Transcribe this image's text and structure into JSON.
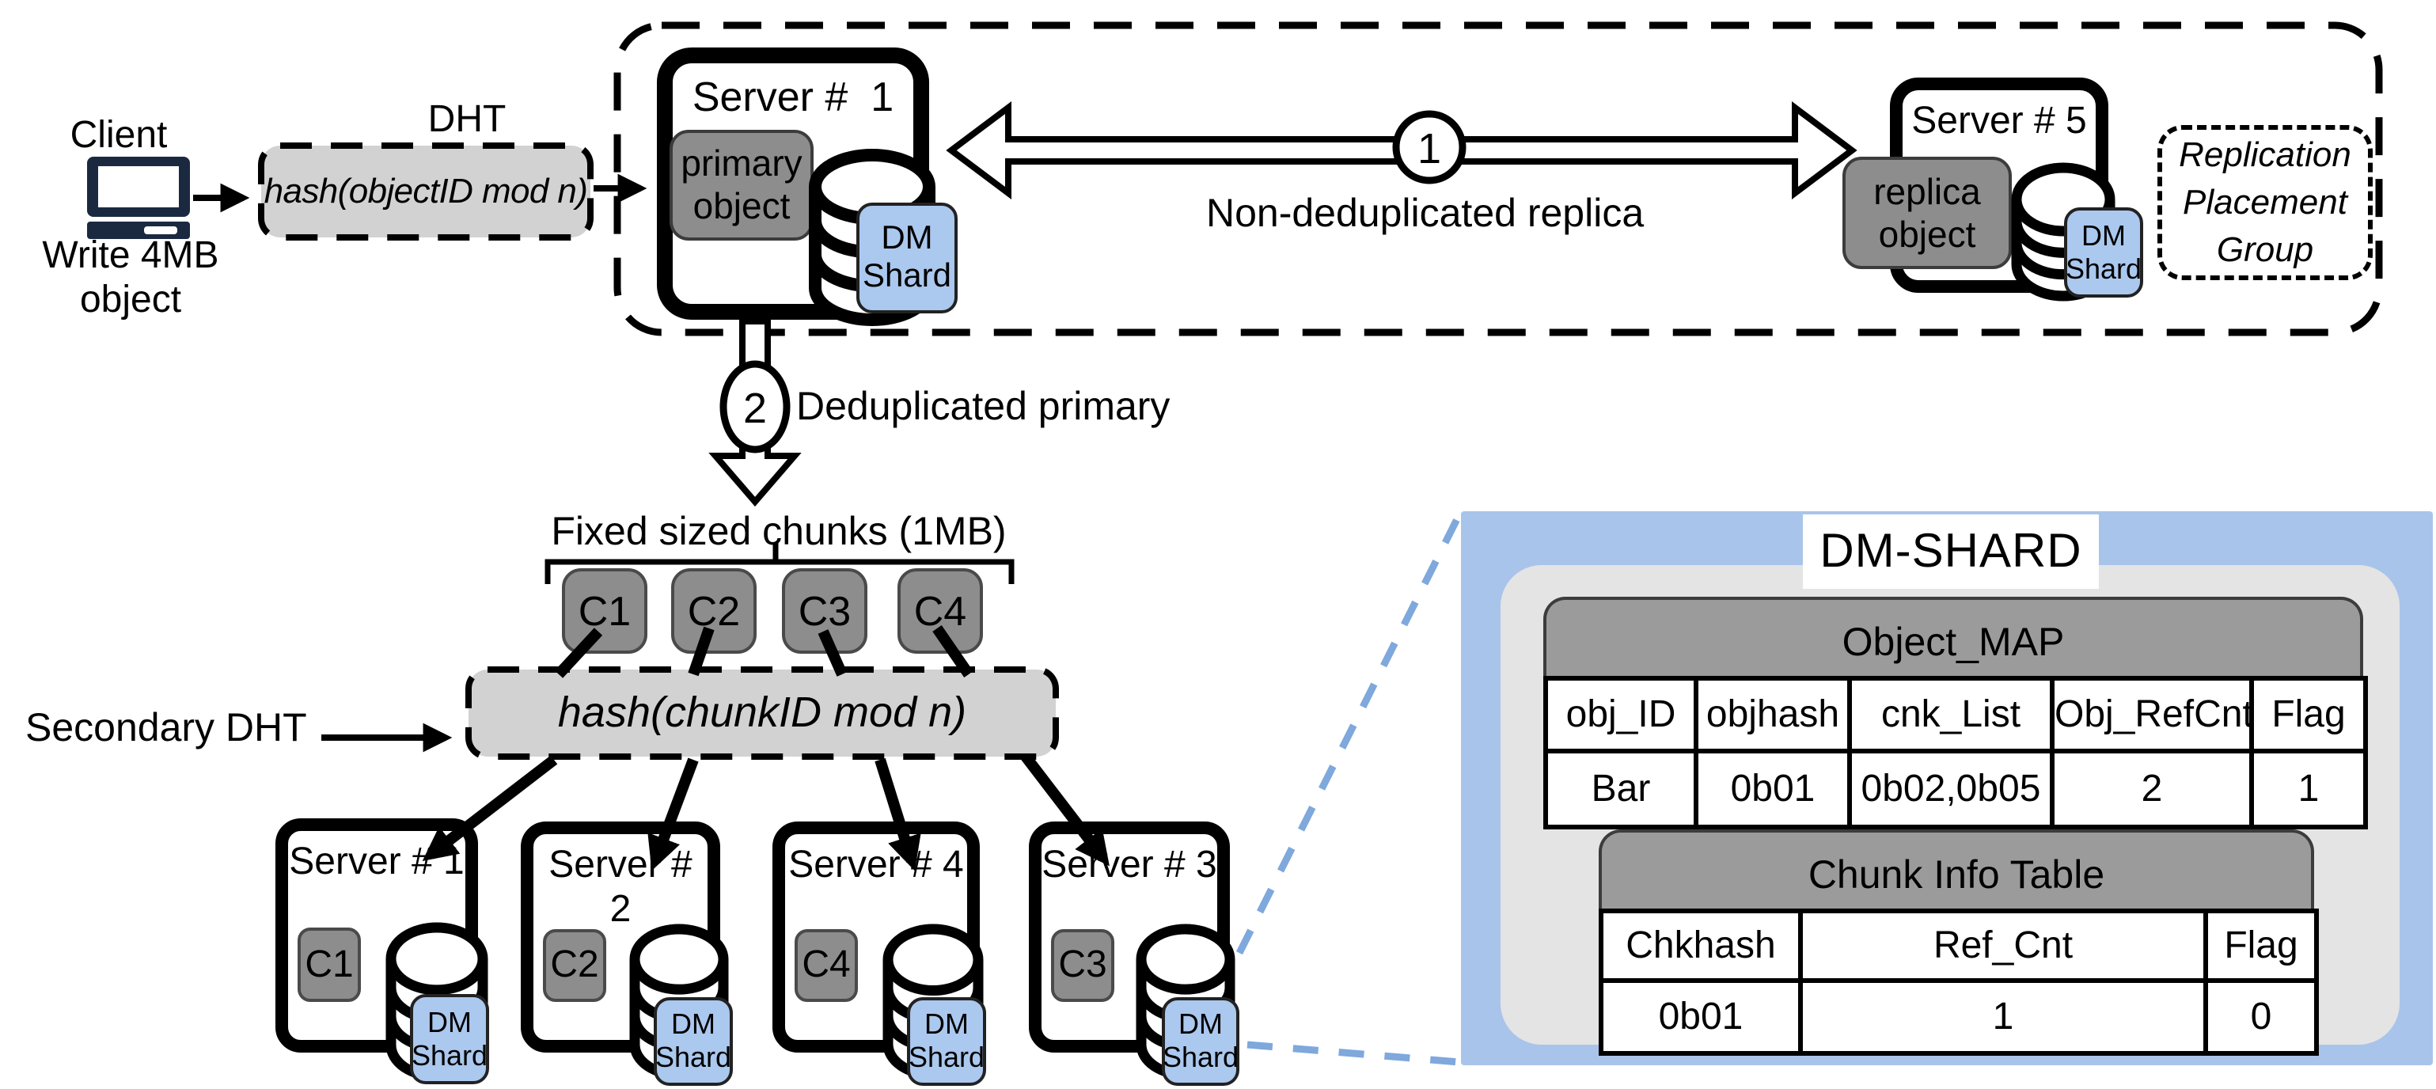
{
  "colors": {
    "panel_blue": "#a9c4ea",
    "shard_blue": "#abc8ee",
    "zoom_dash_blue": "#7fa8dc",
    "object_gray": "#8d8d8d",
    "hash_box_gray": "#d2d2d2",
    "table_header_gray": "#9b9b9b",
    "panel_inner_gray": "#e4e4e4",
    "line_black": "#000000"
  },
  "client": {
    "label": "Client",
    "write_line1": "Write 4MB",
    "write_line2": "object"
  },
  "primary_dht": {
    "title": "DHT",
    "function": "hash(objectID mod n)"
  },
  "secondary_dht": {
    "title": "Secondary DHT",
    "function": "hash(chunkID mod n)"
  },
  "steps": {
    "one": {
      "badge": "1",
      "label": "Non-deduplicated replica"
    },
    "two": {
      "badge": "2",
      "label": "Deduplicated primary"
    }
  },
  "replication_group": {
    "line1": "Replication",
    "line2": "Placement",
    "line3": "Group"
  },
  "primary_server": {
    "name": "Server #  1",
    "object_line1": "primary",
    "object_line2": "object",
    "shard_line1": "DM",
    "shard_line2": "Shard"
  },
  "replica_server": {
    "name": "Server # 5",
    "object_line1": "replica",
    "object_line2": "object",
    "shard_line1": "DM",
    "shard_line2": "Shard"
  },
  "chunking": {
    "title": "Fixed sized chunks (1MB)",
    "chunks": [
      "C1",
      "C2",
      "C3",
      "C4"
    ]
  },
  "chunk_servers": [
    {
      "name": "Server # 1",
      "chunk": "C1",
      "shard_line1": "DM",
      "shard_line2": "Shard"
    },
    {
      "name": "Server # 2",
      "chunk": "C2",
      "shard_line1": "DM",
      "shard_line2": "Shard"
    },
    {
      "name": "Server # 4",
      "chunk": "C4",
      "shard_line1": "DM",
      "shard_line2": "Shard"
    },
    {
      "name": "Server # 3",
      "chunk": "C3",
      "shard_line1": "DM",
      "shard_line2": "Shard"
    }
  ],
  "dm_shard_panel": {
    "title": "DM-SHARD",
    "object_map": {
      "title": "Object_MAP",
      "columns": [
        "obj_ID",
        "objhash",
        "cnk_List",
        "Obj_RefCnt",
        "Flag"
      ],
      "rows": [
        [
          "Bar",
          "0b01",
          "0b02,0b05",
          "2",
          "1"
        ]
      ]
    },
    "chunk_info": {
      "title": "Chunk Info Table",
      "columns": [
        "Chkhash",
        "Ref_Cnt",
        "Flag"
      ],
      "rows": [
        [
          "0b01",
          "1",
          "0"
        ]
      ]
    }
  }
}
